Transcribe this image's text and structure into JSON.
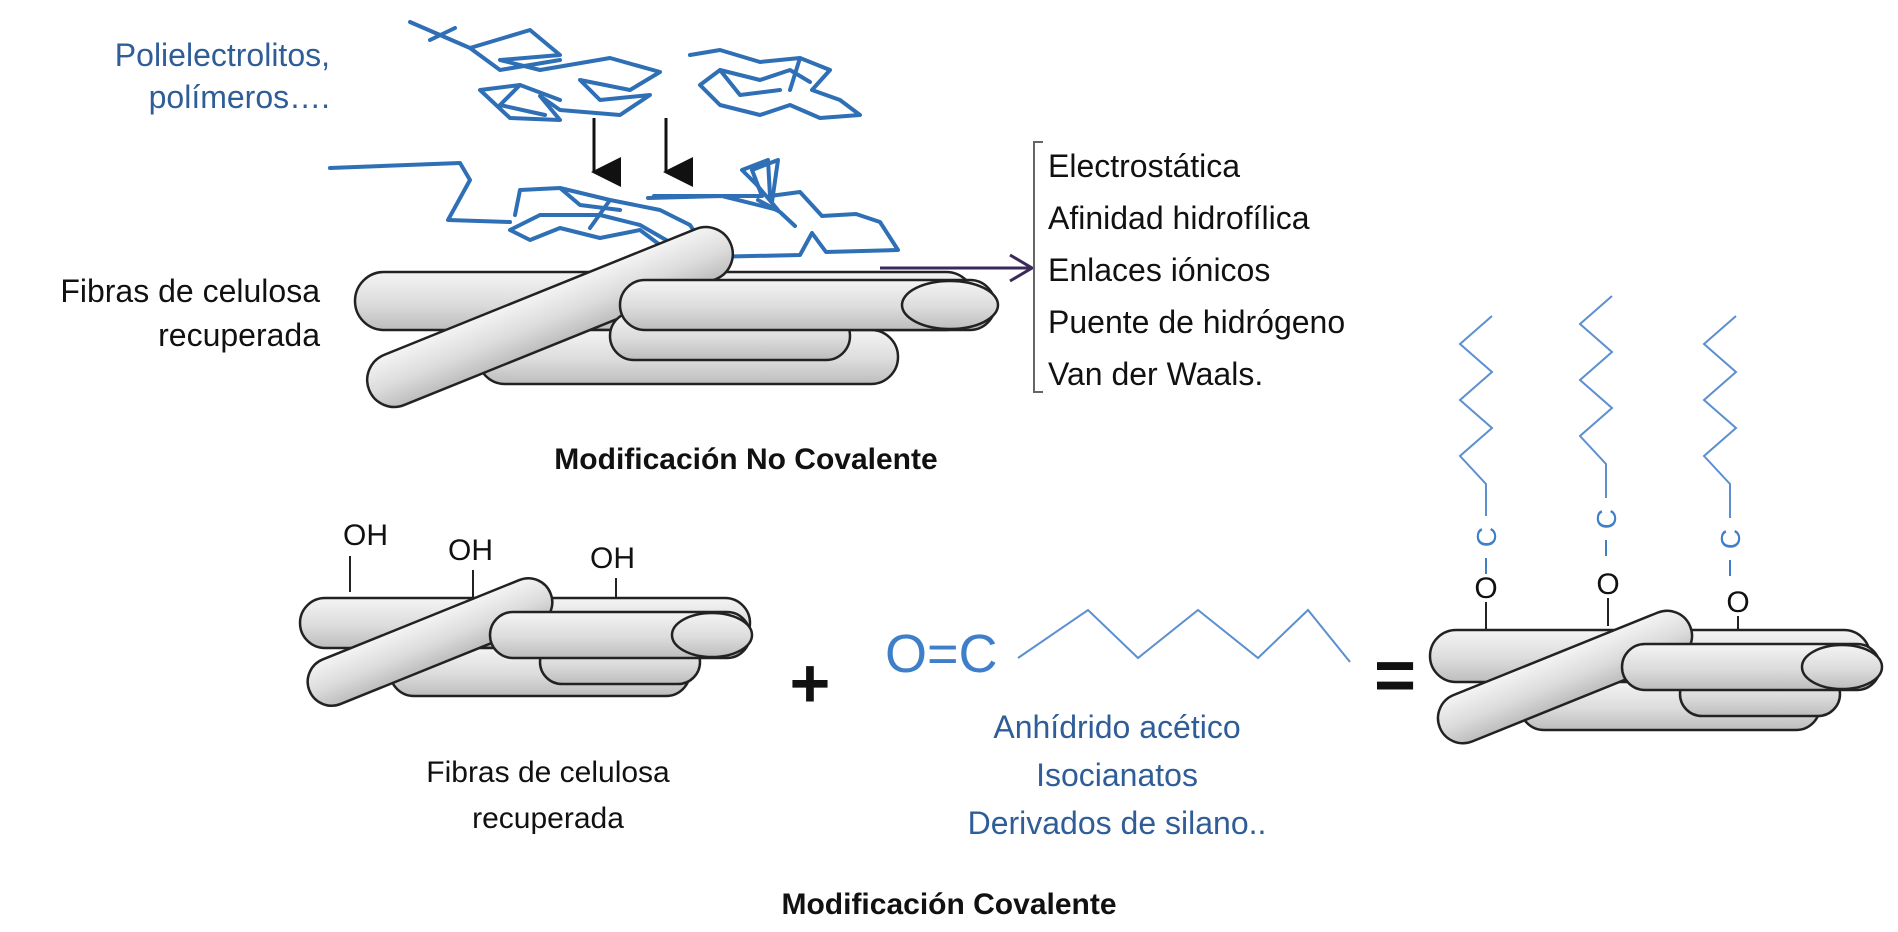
{
  "colors": {
    "polymer": "#2e6fb5",
    "blue_text": "#2f5d98",
    "chem_blue": "#3f7fc9",
    "fiber_fill": "#e3e3e3",
    "fiber_stroke": "#222222",
    "arrow": "#3a2a5a",
    "chain": "#5b8fd0"
  },
  "top": {
    "polymer_label_line1": "Polielectrolitos,",
    "polymer_label_line2": "polímeros….",
    "fiber_label_line1": "Fibras de celulosa",
    "fiber_label_line2": "recuperada",
    "interactions": [
      "Electrostática",
      "Afinidad hidrofílica",
      "Enlaces iónicos",
      "Puente de hidrógeno",
      "Van der Waals."
    ],
    "caption": "Modificación  No Covalente"
  },
  "bottom": {
    "oh_labels": [
      "OH",
      "OH",
      "OH"
    ],
    "fiber_label_line1": "Fibras de celulosa",
    "fiber_label_line2": "recuperada",
    "plus": "+",
    "reagent_formula": "O=C",
    "reagents": [
      "Anhídrido acético",
      "Isocianatos",
      "Derivados de silano.."
    ],
    "equals": "=",
    "o_labels": [
      "O",
      "O",
      "O"
    ],
    "c_labels": [
      "C",
      "C",
      "C"
    ],
    "caption": "Modificación  Covalente"
  }
}
